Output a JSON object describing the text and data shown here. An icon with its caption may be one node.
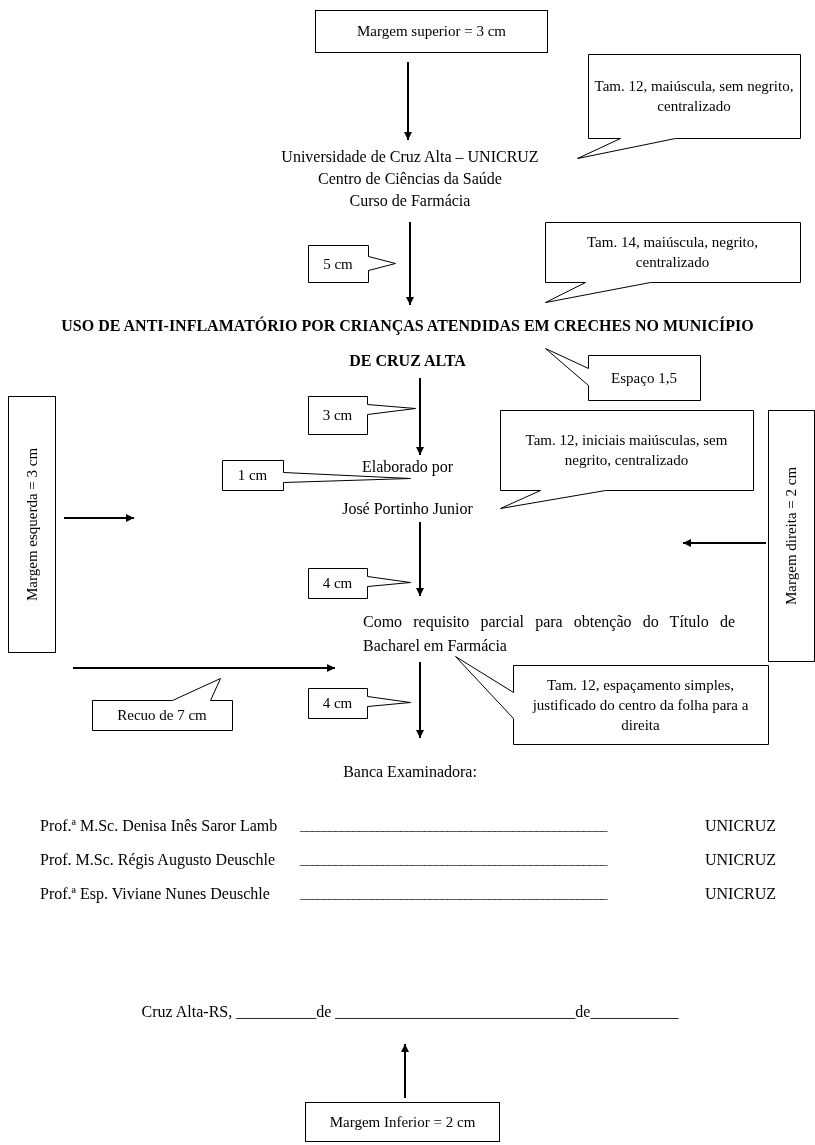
{
  "diagram": {
    "nodes": [
      {
        "text": [
          "Margem superior = 3 cm"
        ]
      },
      {
        "text": [
          "Tam. 12, maiúscula, sem negrito, centralizado"
        ]
      },
      {
        "text": [
          "Universidade de Cruz Alta – UNICRUZ",
          "Centro de Ciências da Saúde",
          "Curso de Farmácia"
        ]
      },
      {
        "text": [
          "5 cm"
        ]
      },
      {
        "text": [
          "Tam. 14, maiúscula, negrito, centralizado"
        ]
      },
      {
        "text": [
          "USO DE ANTI-INFLAMATÓRIO POR CRIANÇAS ATENDIDAS EM CRECHES NO MUNICÍPIO DE CRUZ ALTA"
        ]
      },
      {
        "text": [
          "Espaço 1,5"
        ]
      },
      {
        "text": [
          "Margem esquerda = 3 cm"
        ]
      },
      {
        "text": [
          "3 cm"
        ]
      },
      {
        "text": [
          "Elaborado por"
        ]
      },
      {
        "text": [
          "1 cm"
        ]
      },
      {
        "text": [
          "Tam. 12, iniciais maiúsculas, sem negrito, centralizado"
        ]
      },
      {
        "text": [
          "Margem direita = 2 cm"
        ]
      },
      {
        "text": [
          "José Portinho Junior"
        ]
      },
      {
        "text": [
          "4 cm"
        ]
      },
      {
        "text": [
          "Como requisito parcial para obtenção do Título de Bacharel em Farmácia"
        ]
      },
      {
        "text": [
          "Recuo de 7 cm"
        ]
      },
      {
        "text": [
          "4 cm"
        ]
      },
      {
        "text": [
          "Tam. 12, espaçamento simples, justificado do centro da folha para a direita"
        ]
      },
      {
        "text": [
          "Banca Examinadora:"
        ]
      },
      {
        "text": [
          "Cruz Alta-RS, __________de ______________________________de___________"
        ]
      },
      {
        "text": [
          "Margem Inferior = 2 cm"
        ]
      }
    ],
    "edges": [
      {
        "from": 0,
        "to": 2,
        "arrow": "to"
      },
      {
        "from": 2,
        "to": 5,
        "arrow": "to"
      },
      {
        "from": 5,
        "to": 9,
        "arrow": "to"
      },
      {
        "from": 13,
        "to": 15,
        "arrow": "to"
      },
      {
        "from": 15,
        "to": 19,
        "arrow": "to"
      },
      {
        "from": 7,
        "to": null,
        "arrow": "to"
      },
      {
        "from": 12,
        "to": null,
        "arrow": "to"
      },
      {
        "from": 21,
        "to": 20,
        "arrow": "to"
      }
    ],
    "labels": [
      "Prof.ª M.Sc. Denisa Inês Saror Lamb",
      "____________________________________________________",
      "UNICRUZ",
      "Prof. M.Sc. Régis Augusto Deuschle",
      "____________________________________________________",
      "UNICRUZ",
      "Prof.ª Esp. Viviane Nunes Deuschle",
      "____________________________________________________",
      "UNICRUZ"
    ]
  }
}
